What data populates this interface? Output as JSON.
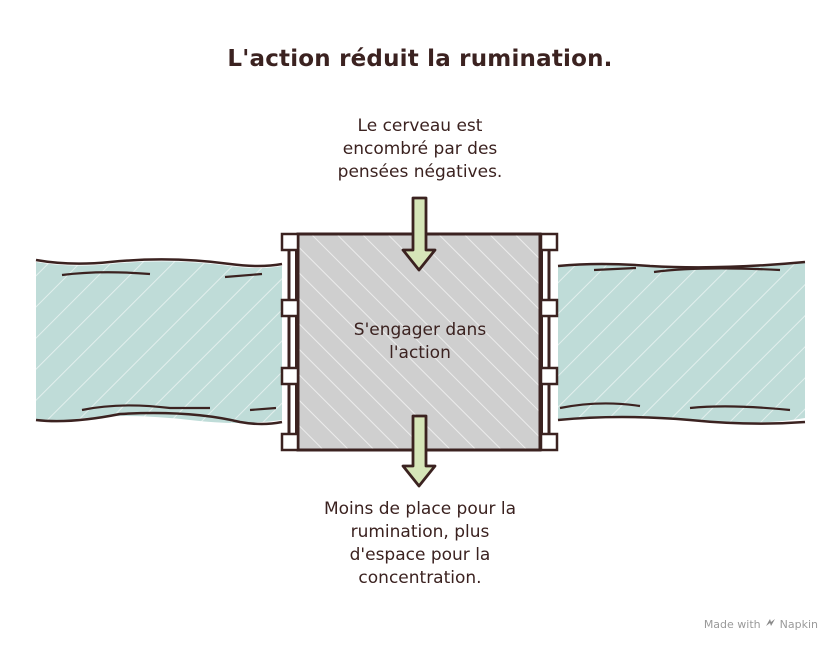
{
  "title": "L'action réduit la rumination.",
  "top_text": {
    "line1": "Le cerveau est",
    "line2": "encombré par des",
    "line3": "pensées négatives."
  },
  "center_text": {
    "line1": "S'engager dans",
    "line2": "l'action"
  },
  "bottom_text": {
    "line1": "Moins de place pour la",
    "line2": "rumination, plus",
    "line3": "d'espace pour la",
    "line4": "concentration."
  },
  "footer": {
    "made_with": "Made with",
    "brand": "Napkin"
  },
  "colors": {
    "river": "#bfdcd8",
    "gate": "#cfcfcf",
    "outline": "#3b2220",
    "arrow_fill": "#d6e5b8"
  },
  "icons": {
    "footer_logo": "napkin-logo-icon"
  }
}
